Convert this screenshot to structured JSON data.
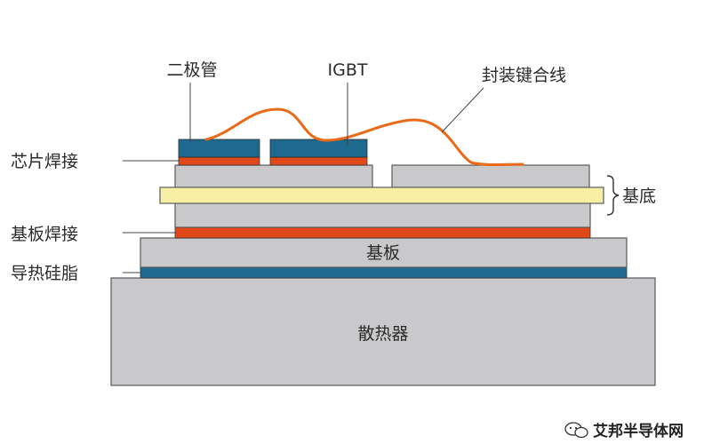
{
  "diagram": {
    "labels": {
      "diode": "二极管",
      "igbt": "IGBT",
      "bond_wire": "封装键合线",
      "chip_solder": "芯片焊接",
      "substrate": "基底",
      "substrate_solder": "基板焊接",
      "baseplate": "基板",
      "thermal_grease": "导热硅脂",
      "heatsink": "散热器"
    },
    "colors": {
      "chip_blue": "#1e6a8e",
      "solder_orange": "#e0481a",
      "ceramic_yellow": "#f7f0a4",
      "layer_gray": "#c9c9cb",
      "wire_orange": "#ea6a18",
      "grease_blue": "#1e6a8e"
    }
  },
  "watermark": {
    "text": "艾邦半导体网",
    "icon": "wechat-icon"
  }
}
